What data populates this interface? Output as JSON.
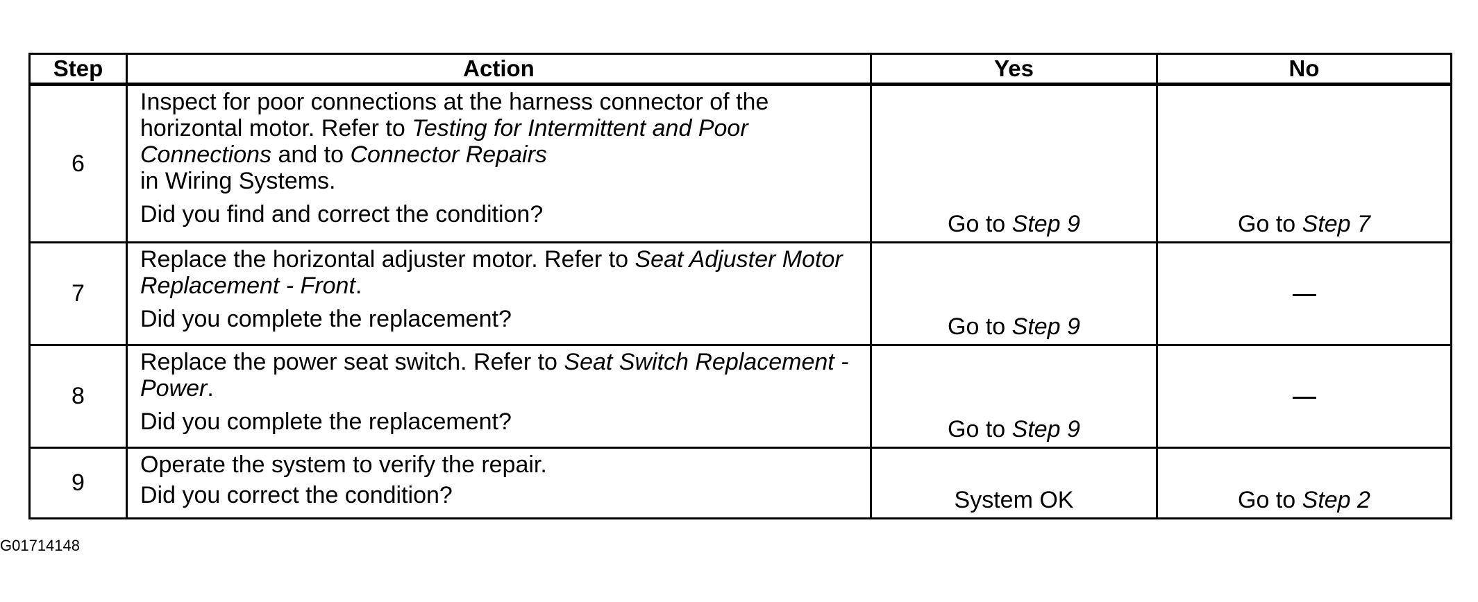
{
  "table": {
    "headers": {
      "step": "Step",
      "action": "Action",
      "yes": "Yes",
      "no": "No"
    },
    "rows": [
      {
        "step": "6",
        "action": [
          {
            "text": "Inspect for poor connections at the harness connector of the horizontal motor. Refer to "
          },
          {
            "text": "Testing for Intermittent and Poor Connections",
            "italic": true
          },
          {
            "text": " and to "
          },
          {
            "text": "Connector Repairs",
            "italic": true
          },
          {
            "text": "",
            "break": true
          },
          {
            "text": "in Wiring Systems."
          }
        ],
        "question": "Did you find and correct the condition?",
        "yes": [
          {
            "text": "Go to "
          },
          {
            "text": "Step 9",
            "italic": true
          }
        ],
        "no": [
          {
            "text": "Go to "
          },
          {
            "text": "Step 7",
            "italic": true
          }
        ]
      },
      {
        "step": "7",
        "action": [
          {
            "text": "Replace the horizontal adjuster motor. Refer to "
          },
          {
            "text": "Seat Adjuster Motor Replacement - Front",
            "italic": true
          },
          {
            "text": "."
          }
        ],
        "question": "Did you complete the replacement?",
        "yes": [
          {
            "text": "Go to "
          },
          {
            "text": "Step 9",
            "italic": true
          }
        ],
        "no": "dash"
      },
      {
        "step": "8",
        "action": [
          {
            "text": "Replace the power seat switch. Refer to "
          },
          {
            "text": "Seat Switch Replacement - Power",
            "italic": true
          },
          {
            "text": "."
          }
        ],
        "question": "Did you complete the replacement?",
        "yes": [
          {
            "text": "Go to "
          },
          {
            "text": "Step 9",
            "italic": true
          }
        ],
        "no": "dash"
      },
      {
        "step": "9",
        "action": [
          {
            "text": "Operate the system to verify the repair."
          }
        ],
        "question": "Did you correct the condition?",
        "yes": [
          {
            "text": "System OK"
          }
        ],
        "no": [
          {
            "text": "Go to "
          },
          {
            "text": "Step 2",
            "italic": true
          }
        ]
      }
    ]
  },
  "figure_id": "G01714148"
}
